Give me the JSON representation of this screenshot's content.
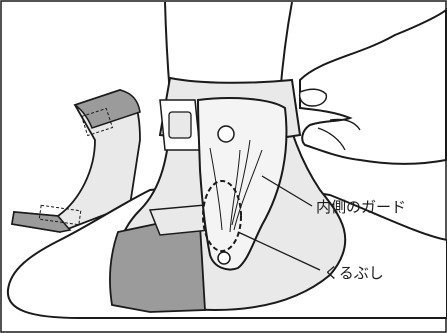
{
  "labels": {
    "inner_guard": "内側のガード",
    "ankle_bone": "くるぶし"
  },
  "colors": {
    "line": "#1a1a1a",
    "brace_fill": "#e9e9e9",
    "strap_fill": "#9b9b9b",
    "skin_fill": "#ffffff",
    "frame_border": "#1a1a1a"
  },
  "icons": {
    "ankle_bone_marker": "dashed-ellipse"
  }
}
